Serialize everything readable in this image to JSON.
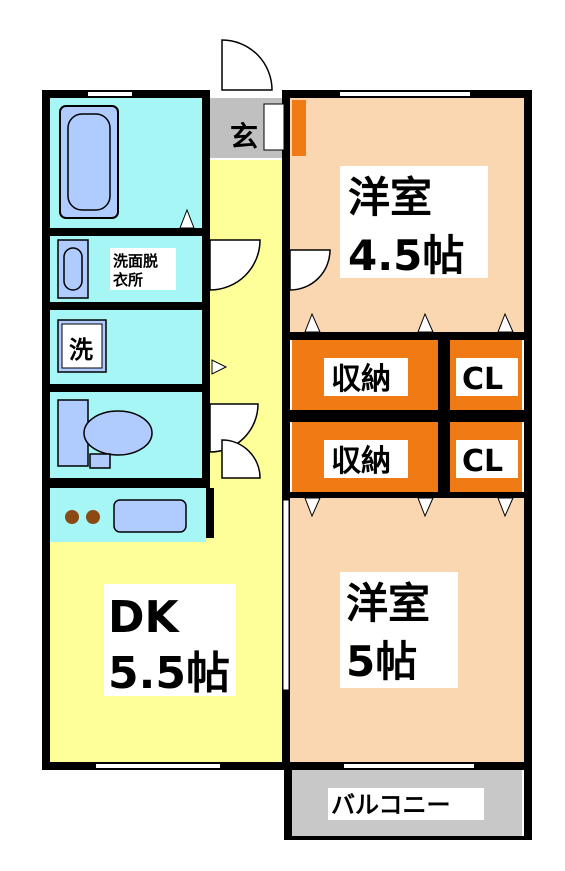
{
  "colors": {
    "wall": "#000000",
    "yellow_floor": "#ffff99",
    "room_floor": "#fad7b0",
    "storage": "#f07a14",
    "cyan": "#a6f6f6",
    "fixture": "#b0ccff",
    "entrance": "#c0c0c0",
    "balcony": "#c8c8c8",
    "door_accent": "#f07a14"
  },
  "rooms": {
    "entrance": "玄",
    "bath_dress_line1": "洗面脱",
    "bath_dress_line2": "衣所",
    "washer": "洗",
    "room1_line1": "洋室",
    "room1_line2": "4.5帖",
    "storage1": "収納",
    "storage2": "収納",
    "closet1": "CL",
    "closet2": "CL",
    "room2_line1": "洋室",
    "room2_line2": "5帖",
    "dk_line1": "DK",
    "dk_line2": "5.5帖",
    "balcony": "バルコニー"
  }
}
